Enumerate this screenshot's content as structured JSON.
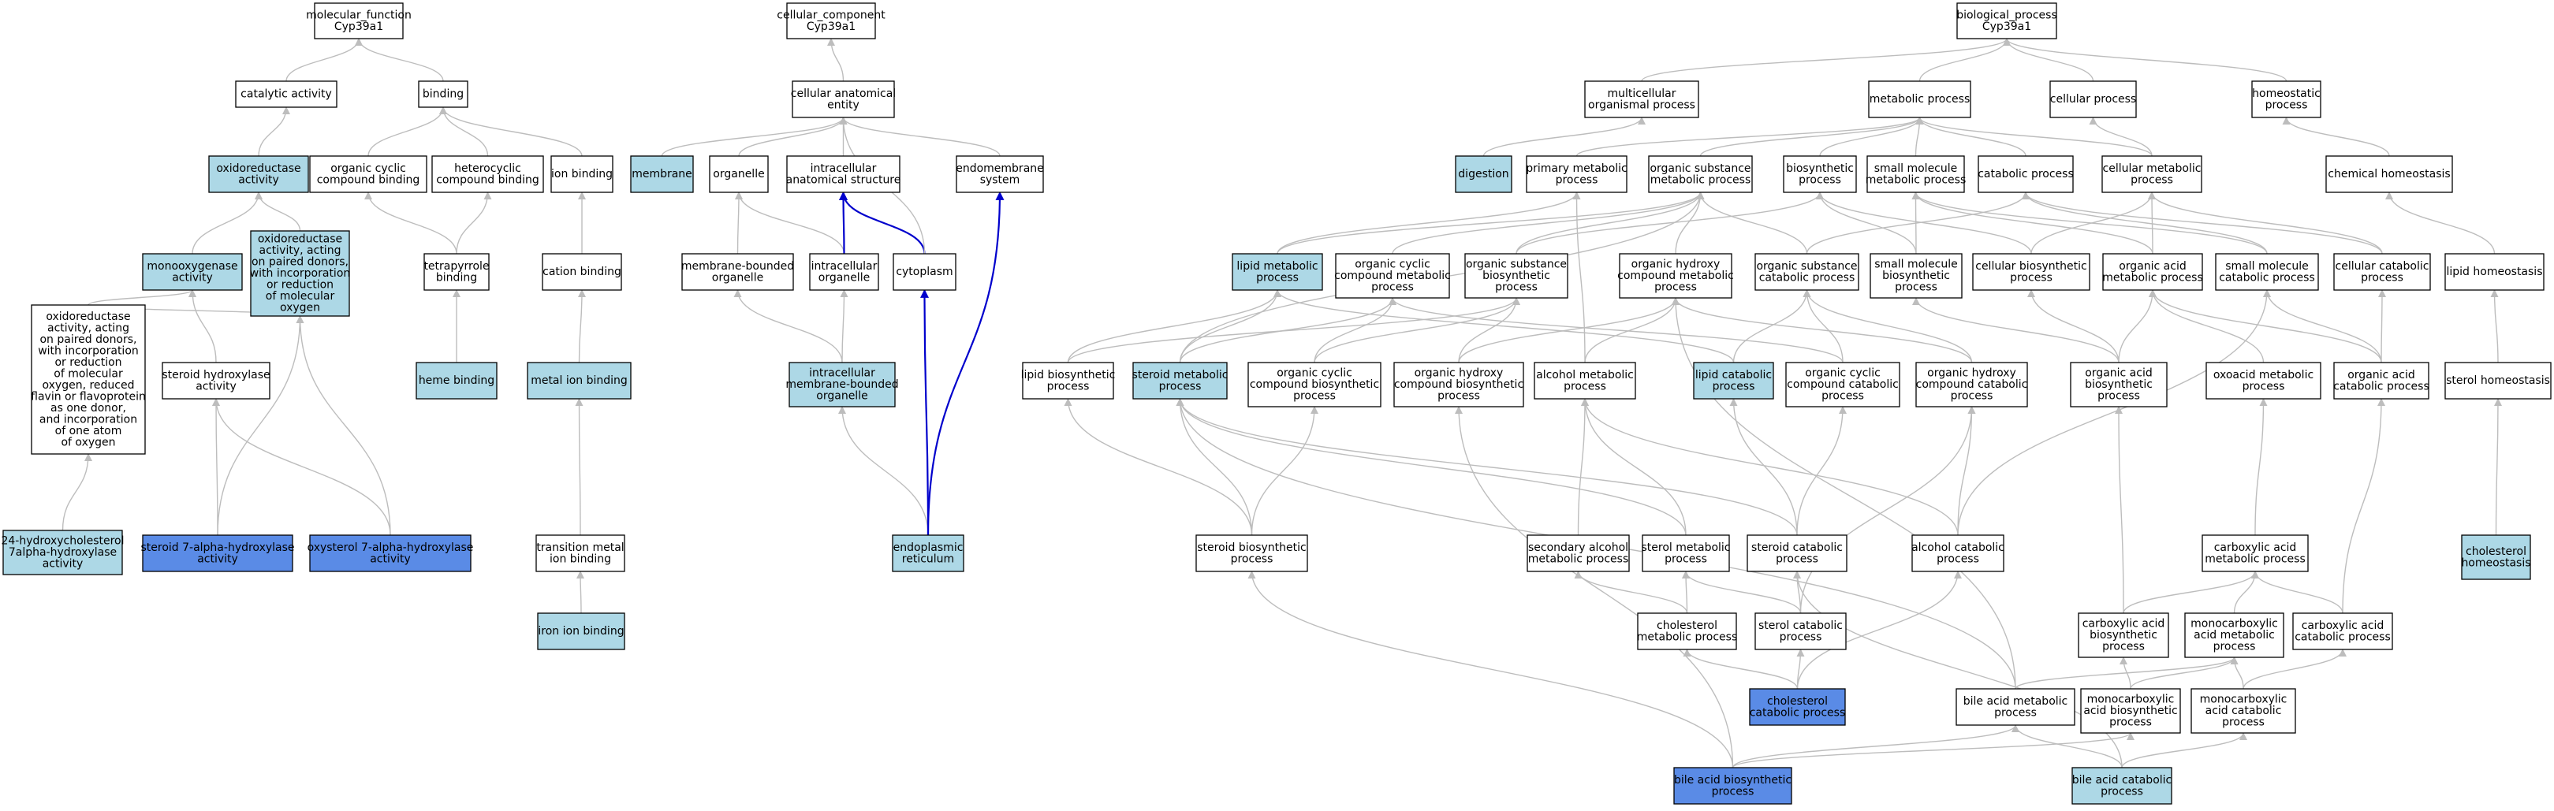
{
  "colors": {
    "white": "#ffffff",
    "light": "#add8e6",
    "strong": "#5a8be6",
    "edge": "#bdbdbd",
    "edge_blue": "#0000cc"
  },
  "nodes": {
    "mf": {
      "lines": [
        "molecular_function",
        "Cyp39a1"
      ],
      "fill": "white"
    },
    "catalytic": {
      "lines": [
        "catalytic activity"
      ],
      "fill": "white"
    },
    "binding": {
      "lines": [
        "binding"
      ],
      "fill": "white"
    },
    "oxidoreductase": {
      "lines": [
        "oxidoreductase",
        "activity"
      ],
      "fill": "light"
    },
    "ocb": {
      "lines": [
        "organic cyclic",
        "compound binding"
      ],
      "fill": "white"
    },
    "hcb": {
      "lines": [
        "heterocyclic",
        "compound binding"
      ],
      "fill": "white"
    },
    "ionb": {
      "lines": [
        "ion binding"
      ],
      "fill": "white"
    },
    "monoox": {
      "lines": [
        "monooxygenase",
        "activity"
      ],
      "fill": "light"
    },
    "oxpaired": {
      "lines": [
        "oxidoreductase",
        "activity, acting",
        "on paired donors,",
        "with incorporation",
        "or reduction",
        "of molecular",
        "oxygen"
      ],
      "fill": "light"
    },
    "tetrap": {
      "lines": [
        "tetrapyrrole",
        "binding"
      ],
      "fill": "white"
    },
    "cation": {
      "lines": [
        "cation binding"
      ],
      "fill": "white"
    },
    "oxflavin": {
      "lines": [
        "oxidoreductase",
        "activity, acting",
        "on paired donors,",
        "with incorporation",
        "or reduction",
        "of molecular",
        "oxygen, reduced",
        "flavin or flavoprotein",
        "as one donor,",
        "and incorporation",
        "of one atom",
        "of oxygen"
      ],
      "fill": "white"
    },
    "sterolhx": {
      "lines": [
        "steroid hydroxylase",
        "activity"
      ],
      "fill": "white"
    },
    "heme": {
      "lines": [
        "heme binding"
      ],
      "fill": "light"
    },
    "metalion": {
      "lines": [
        "metal ion binding"
      ],
      "fill": "light"
    },
    "h24": {
      "lines": [
        "24-hydroxycholesterol",
        "7alpha-hydroxylase",
        "activity"
      ],
      "fill": "light"
    },
    "s7a": {
      "lines": [
        "steroid 7-alpha-hydroxylase",
        "activity"
      ],
      "fill": "strong"
    },
    "o7a": {
      "lines": [
        "oxysterol 7-alpha-hydroxylase",
        "activity"
      ],
      "fill": "strong"
    },
    "tmib": {
      "lines": [
        "transition metal",
        "ion binding"
      ],
      "fill": "white"
    },
    "iron": {
      "lines": [
        "iron ion binding"
      ],
      "fill": "light"
    },
    "cc": {
      "lines": [
        "cellular_component",
        "Cyp39a1"
      ],
      "fill": "white"
    },
    "cae": {
      "lines": [
        "cellular anatomical",
        "entity"
      ],
      "fill": "white"
    },
    "membrane": {
      "lines": [
        "membrane"
      ],
      "fill": "light"
    },
    "organelle": {
      "lines": [
        "organelle"
      ],
      "fill": "white"
    },
    "ias": {
      "lines": [
        "intracellular",
        "anatomical structure"
      ],
      "fill": "white"
    },
    "endomem": {
      "lines": [
        "endomembrane",
        "system"
      ],
      "fill": "white"
    },
    "mbo": {
      "lines": [
        "membrane-bounded",
        "organelle"
      ],
      "fill": "white"
    },
    "io": {
      "lines": [
        "intracellular",
        "organelle"
      ],
      "fill": "white"
    },
    "cyto": {
      "lines": [
        "cytoplasm"
      ],
      "fill": "white"
    },
    "imbo": {
      "lines": [
        "intracellular",
        "membrane-bounded",
        "organelle"
      ],
      "fill": "light"
    },
    "er": {
      "lines": [
        "endoplasmic",
        "reticulum"
      ],
      "fill": "light"
    },
    "bp": {
      "lines": [
        "biological_process",
        "Cyp39a1"
      ],
      "fill": "white"
    },
    "multi": {
      "lines": [
        "multicellular",
        "organismal process"
      ],
      "fill": "white"
    },
    "metab": {
      "lines": [
        "metabolic process"
      ],
      "fill": "white"
    },
    "cellproc": {
      "lines": [
        "cellular process"
      ],
      "fill": "white"
    },
    "homeo": {
      "lines": [
        "homeostatic",
        "process"
      ],
      "fill": "white"
    },
    "digestion": {
      "lines": [
        "digestion"
      ],
      "fill": "light"
    },
    "primary": {
      "lines": [
        "primary metabolic",
        "process"
      ],
      "fill": "white"
    },
    "osmp": {
      "lines": [
        "organic substance",
        "metabolic process"
      ],
      "fill": "white"
    },
    "biosyn": {
      "lines": [
        "biosynthetic",
        "process"
      ],
      "fill": "white"
    },
    "smmp": {
      "lines": [
        "small molecule",
        "metabolic process"
      ],
      "fill": "white"
    },
    "catab": {
      "lines": [
        "catabolic process"
      ],
      "fill": "white"
    },
    "cellmet": {
      "lines": [
        "cellular metabolic",
        "process"
      ],
      "fill": "white"
    },
    "chemhomeo": {
      "lines": [
        "chemical homeostasis"
      ],
      "fill": "white"
    },
    "lipidmet": {
      "lines": [
        "lipid metabolic",
        "process"
      ],
      "fill": "light"
    },
    "occmp": {
      "lines": [
        "organic cyclic",
        "compound metabolic",
        "process"
      ],
      "fill": "white"
    },
    "osbp": {
      "lines": [
        "organic substance",
        "biosynthetic",
        "process"
      ],
      "fill": "white"
    },
    "ohcmp": {
      "lines": [
        "organic hydroxy",
        "compound metabolic",
        "process"
      ],
      "fill": "white"
    },
    "oscp": {
      "lines": [
        "organic substance",
        "catabolic process"
      ],
      "fill": "white"
    },
    "smbp": {
      "lines": [
        "small molecule",
        "biosynthetic",
        "process"
      ],
      "fill": "white"
    },
    "cellbiosyn": {
      "lines": [
        "cellular biosynthetic",
        "process"
      ],
      "fill": "white"
    },
    "oamp": {
      "lines": [
        "organic acid",
        "metabolic process"
      ],
      "fill": "white"
    },
    "smcp": {
      "lines": [
        "small molecule",
        "catabolic process"
      ],
      "fill": "white"
    },
    "cellcat": {
      "lines": [
        "cellular catabolic",
        "process"
      ],
      "fill": "white"
    },
    "lipidhomeo": {
      "lines": [
        "lipid homeostasis"
      ],
      "fill": "white"
    },
    "lipidbio": {
      "lines": [
        "lipid biosynthetic",
        "process"
      ],
      "fill": "white"
    },
    "steroidmet": {
      "lines": [
        "steroid metabolic",
        "process"
      ],
      "fill": "light"
    },
    "occbp": {
      "lines": [
        "organic cyclic",
        "compound biosynthetic",
        "process"
      ],
      "fill": "white"
    },
    "ohcbp": {
      "lines": [
        "organic hydroxy",
        "compound biosynthetic",
        "process"
      ],
      "fill": "white"
    },
    "alcmet": {
      "lines": [
        "alcohol metabolic",
        "process"
      ],
      "fill": "white"
    },
    "lipidcat": {
      "lines": [
        "lipid catabolic",
        "process"
      ],
      "fill": "light"
    },
    "occcp": {
      "lines": [
        "organic cyclic",
        "compound catabolic",
        "process"
      ],
      "fill": "white"
    },
    "ohccp": {
      "lines": [
        "organic hydroxy",
        "compound catabolic",
        "process"
      ],
      "fill": "white"
    },
    "oabp": {
      "lines": [
        "organic acid",
        "biosynthetic",
        "process"
      ],
      "fill": "white"
    },
    "oxoacid": {
      "lines": [
        "oxoacid metabolic",
        "process"
      ],
      "fill": "white"
    },
    "oacp": {
      "lines": [
        "organic acid",
        "catabolic process"
      ],
      "fill": "white"
    },
    "sterolhomeo": {
      "lines": [
        "sterol homeostasis"
      ],
      "fill": "white"
    },
    "steroidbio": {
      "lines": [
        "steroid biosynthetic",
        "process"
      ],
      "fill": "white"
    },
    "secalc": {
      "lines": [
        "secondary alcohol",
        "metabolic process"
      ],
      "fill": "white"
    },
    "sterolmet": {
      "lines": [
        "sterol metabolic",
        "process"
      ],
      "fill": "white"
    },
    "steroidcat": {
      "lines": [
        "steroid catabolic",
        "process"
      ],
      "fill": "white"
    },
    "alccat": {
      "lines": [
        "alcohol catabolic",
        "process"
      ],
      "fill": "white"
    },
    "carbmet": {
      "lines": [
        "carboxylic acid",
        "metabolic process"
      ],
      "fill": "white"
    },
    "cholhomeo": {
      "lines": [
        "cholesterol",
        "homeostasis"
      ],
      "fill": "light"
    },
    "cholmet": {
      "lines": [
        "cholesterol",
        "metabolic process"
      ],
      "fill": "white"
    },
    "sterolcat": {
      "lines": [
        "sterol catabolic",
        "process"
      ],
      "fill": "white"
    },
    "carbbio": {
      "lines": [
        "carboxylic acid",
        "biosynthetic",
        "process"
      ],
      "fill": "white"
    },
    "monomet": {
      "lines": [
        "monocarboxylic",
        "acid metabolic",
        "process"
      ],
      "fill": "white"
    },
    "carbcat": {
      "lines": [
        "carboxylic acid",
        "catabolic process"
      ],
      "fill": "white"
    },
    "cholcat": {
      "lines": [
        "cholesterol",
        "catabolic process"
      ],
      "fill": "strong"
    },
    "bameta": {
      "lines": [
        "bile acid metabolic",
        "process"
      ],
      "fill": "white"
    },
    "monobio": {
      "lines": [
        "monocarboxylic",
        "acid biosynthetic",
        "process"
      ],
      "fill": "white"
    },
    "monocat": {
      "lines": [
        "monocarboxylic",
        "acid catabolic",
        "process"
      ],
      "fill": "white"
    },
    "babio": {
      "lines": [
        "bile acid biosynthetic",
        "process"
      ],
      "fill": "strong"
    },
    "bacat": {
      "lines": [
        "bile acid catabolic",
        "process"
      ],
      "fill": "light"
    }
  },
  "edges": [
    [
      "catalytic",
      "mf"
    ],
    [
      "binding",
      "mf"
    ],
    [
      "oxidoreductase",
      "catalytic"
    ],
    [
      "ocb",
      "binding"
    ],
    [
      "hcb",
      "binding"
    ],
    [
      "ionb",
      "binding"
    ],
    [
      "monoox",
      "oxidoreductase"
    ],
    [
      "oxpaired",
      "oxidoreductase"
    ],
    [
      "tetrap",
      "ocb"
    ],
    [
      "tetrap",
      "hcb"
    ],
    [
      "cation",
      "ionb"
    ],
    [
      "oxflavin",
      "oxpaired"
    ],
    [
      "oxflavin",
      "monoox"
    ],
    [
      "sterolhx",
      "monoox"
    ],
    [
      "heme",
      "tetrap"
    ],
    [
      "metalion",
      "cation"
    ],
    [
      "h24",
      "oxflavin"
    ],
    [
      "s7a",
      "sterolhx"
    ],
    [
      "s7a",
      "oxpaired"
    ],
    [
      "o7a",
      "sterolhx"
    ],
    [
      "o7a",
      "oxpaired"
    ],
    [
      "tmib",
      "metalion"
    ],
    [
      "iron",
      "tmib"
    ],
    [
      "cae",
      "cc"
    ],
    [
      "membrane",
      "cae"
    ],
    [
      "organelle",
      "cae"
    ],
    [
      "ias",
      "cae"
    ],
    [
      "endomem",
      "cae"
    ],
    [
      "mbo",
      "organelle"
    ],
    [
      "io",
      "organelle"
    ],
    [
      "io",
      "ias"
    ],
    [
      "cyto",
      "ias"
    ],
    [
      "cyto",
      "cae"
    ],
    [
      "imbo",
      "mbo"
    ],
    [
      "imbo",
      "io"
    ],
    [
      "er",
      "imbo"
    ],
    [
      "er",
      "cyto"
    ],
    [
      "er",
      "endomem"
    ],
    [
      "multi",
      "bp"
    ],
    [
      "metab",
      "bp"
    ],
    [
      "cellproc",
      "bp"
    ],
    [
      "homeo",
      "bp"
    ],
    [
      "digestion",
      "multi"
    ],
    [
      "primary",
      "metab"
    ],
    [
      "osmp",
      "metab"
    ],
    [
      "biosyn",
      "metab"
    ],
    [
      "smmp",
      "metab"
    ],
    [
      "catab",
      "metab"
    ],
    [
      "cellmet",
      "metab"
    ],
    [
      "cellmet",
      "cellproc"
    ],
    [
      "chemhomeo",
      "homeo"
    ],
    [
      "lipidmet",
      "primary"
    ],
    [
      "lipidmet",
      "osmp"
    ],
    [
      "occmp",
      "osmp"
    ],
    [
      "osbp",
      "osmp"
    ],
    [
      "osbp",
      "biosyn"
    ],
    [
      "ohcmp",
      "osmp"
    ],
    [
      "oscp",
      "osmp"
    ],
    [
      "oscp",
      "catab"
    ],
    [
      "smbp",
      "smmp"
    ],
    [
      "smbp",
      "biosyn"
    ],
    [
      "cellbiosyn",
      "biosyn"
    ],
    [
      "cellbiosyn",
      "cellmet"
    ],
    [
      "oamp",
      "cellmet"
    ],
    [
      "oamp",
      "smmp"
    ],
    [
      "smcp",
      "smmp"
    ],
    [
      "smcp",
      "catab"
    ],
    [
      "cellcat",
      "catab"
    ],
    [
      "cellcat",
      "cellmet"
    ],
    [
      "lipidhomeo",
      "chemhomeo"
    ],
    [
      "lipidbio",
      "lipidmet"
    ],
    [
      "lipidbio",
      "osbp"
    ],
    [
      "steroidmet",
      "lipidmet"
    ],
    [
      "steroidmet",
      "occmp"
    ],
    [
      "steroidmet",
      "osmp"
    ],
    [
      "occbp",
      "occmp"
    ],
    [
      "occbp",
      "osbp"
    ],
    [
      "ohcbp",
      "ohcmp"
    ],
    [
      "ohcbp",
      "osbp"
    ],
    [
      "alcmet",
      "ohcmp"
    ],
    [
      "alcmet",
      "primary"
    ],
    [
      "lipidcat",
      "lipidmet"
    ],
    [
      "lipidcat",
      "oscp"
    ],
    [
      "occcp",
      "occmp"
    ],
    [
      "occcp",
      "oscp"
    ],
    [
      "ohccp",
      "ohcmp"
    ],
    [
      "ohccp",
      "oscp"
    ],
    [
      "oabp",
      "oamp"
    ],
    [
      "oabp",
      "smbp"
    ],
    [
      "oabp",
      "cellbiosyn"
    ],
    [
      "oxoacid",
      "oamp"
    ],
    [
      "oacp",
      "oamp"
    ],
    [
      "oacp",
      "smcp"
    ],
    [
      "oacp",
      "cellcat"
    ],
    [
      "sterolhomeo",
      "lipidhomeo"
    ],
    [
      "steroidbio",
      "steroidmet"
    ],
    [
      "steroidbio",
      "occbp"
    ],
    [
      "steroidbio",
      "lipidbio"
    ],
    [
      "secalc",
      "alcmet"
    ],
    [
      "sterolmet",
      "steroidmet"
    ],
    [
      "sterolmet",
      "alcmet"
    ],
    [
      "steroidcat",
      "steroidmet"
    ],
    [
      "steroidcat",
      "lipidcat"
    ],
    [
      "steroidcat",
      "occcp"
    ],
    [
      "alccat",
      "alcmet"
    ],
    [
      "alccat",
      "ohccp"
    ],
    [
      "alccat",
      "smcp"
    ],
    [
      "carbmet",
      "oxoacid"
    ],
    [
      "cholhomeo",
      "sterolhomeo"
    ],
    [
      "cholmet",
      "secalc"
    ],
    [
      "cholmet",
      "sterolmet"
    ],
    [
      "sterolcat",
      "sterolmet"
    ],
    [
      "sterolcat",
      "steroidcat"
    ],
    [
      "sterolcat",
      "ohccp"
    ],
    [
      "carbbio",
      "carbmet"
    ],
    [
      "carbbio",
      "oabp"
    ],
    [
      "monomet",
      "carbmet"
    ],
    [
      "carbcat",
      "carbmet"
    ],
    [
      "carbcat",
      "oacp"
    ],
    [
      "cholcat",
      "cholmet"
    ],
    [
      "cholcat",
      "sterolcat"
    ],
    [
      "cholcat",
      "alccat"
    ],
    [
      "bameta",
      "steroidmet"
    ],
    [
      "bameta",
      "monomet"
    ],
    [
      "bameta",
      "ohcmp"
    ],
    [
      "monobio",
      "monomet"
    ],
    [
      "monobio",
      "carbbio"
    ],
    [
      "monocat",
      "monomet"
    ],
    [
      "monocat",
      "carbcat"
    ],
    [
      "babio",
      "bameta"
    ],
    [
      "babio",
      "steroidbio"
    ],
    [
      "babio",
      "monobio"
    ],
    [
      "babio",
      "ohcbp"
    ],
    [
      "bacat",
      "bameta"
    ],
    [
      "bacat",
      "monocat"
    ],
    [
      "bacat",
      "steroidcat"
    ]
  ],
  "blue_edges": [
    [
      "io",
      "ias"
    ],
    [
      "cyto",
      "ias"
    ],
    [
      "er",
      "cyto"
    ],
    [
      "er",
      "endomem"
    ]
  ]
}
